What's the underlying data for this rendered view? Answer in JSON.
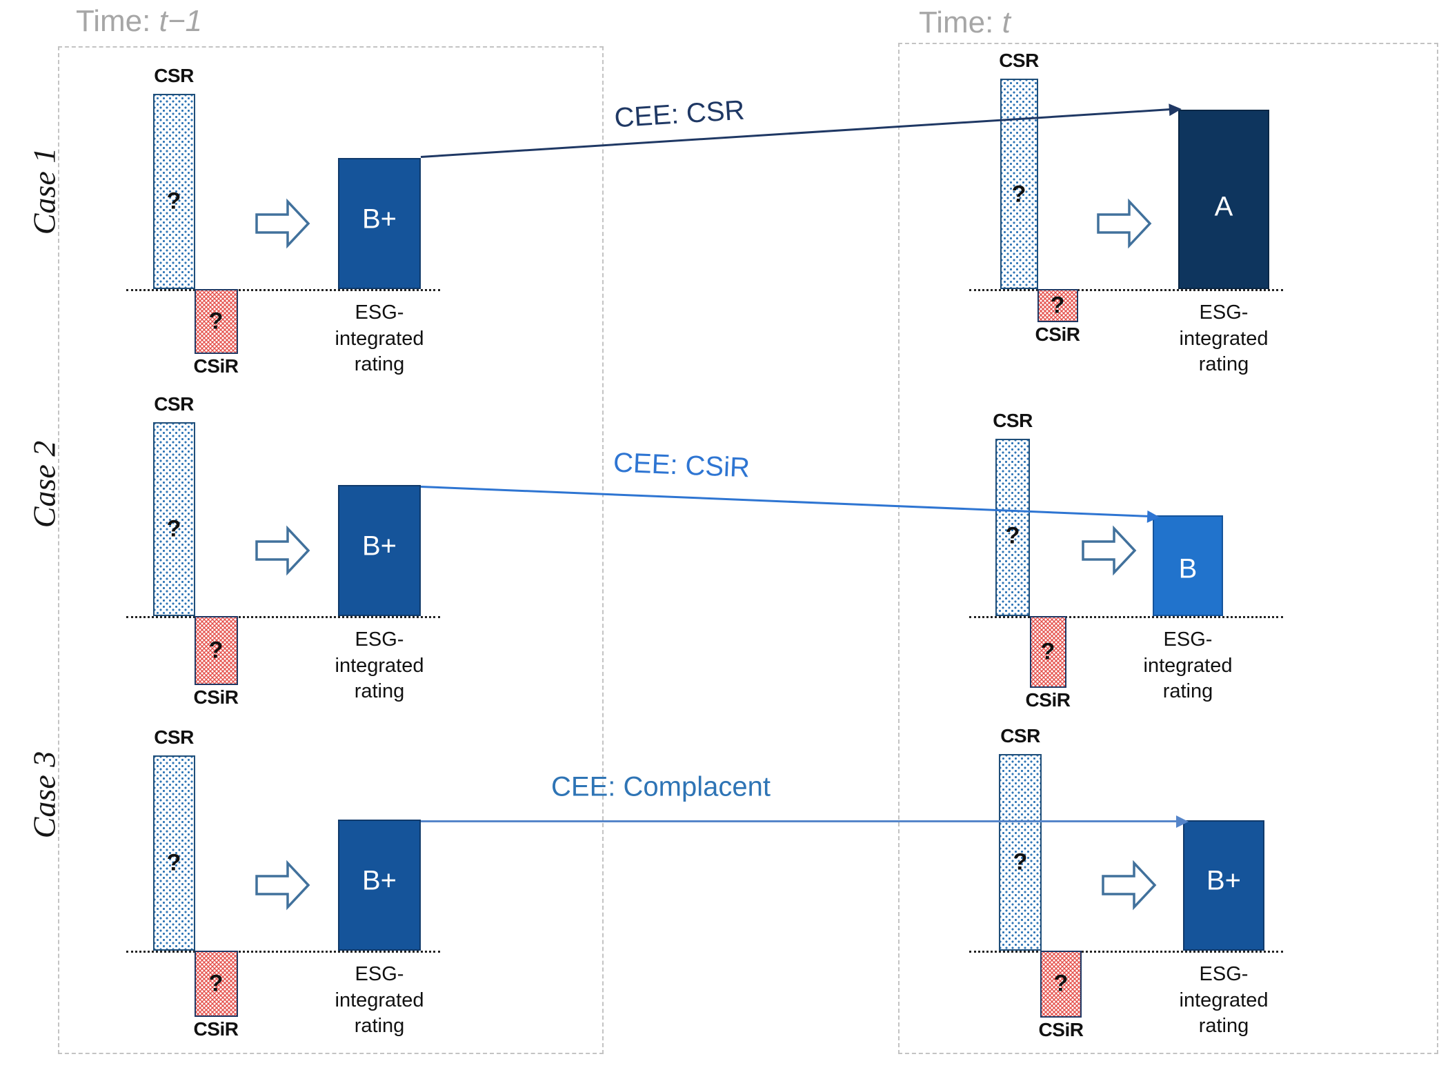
{
  "titles": {
    "left_prefix": "Time: ",
    "left_time": "t−1",
    "right_prefix": "Time: ",
    "right_time": "t"
  },
  "colors": {
    "rating_b_plus": "#15549A",
    "rating_a": "#0E355E",
    "rating_b": "#2173CC",
    "csr_dot_blue": "#2E74B5",
    "csir_red": "#E4504B",
    "cee_csr_line": "#1F3864",
    "cee_csir_line": "#2E75D2",
    "cee_complacent_line": "#5585C9",
    "cee_complacent_label": "#2E74B5",
    "panel_title_gray": "#A6A6A6",
    "block_arrow_outline": "#41719C"
  },
  "cases": [
    {
      "label": "Case 1",
      "cee_label": "CEE: CSR",
      "left": {
        "csr_label": "CSR",
        "csr_value": "?",
        "csir_label": "CSiR",
        "csir_value": "?",
        "rating": "B+",
        "axis_label": "ESG-\nintegrated\nrating"
      },
      "right": {
        "csr_label": "CSR",
        "csr_value": "?",
        "csir_label": "CSiR",
        "csir_value": "?",
        "rating": "A",
        "axis_label": "ESG-\nintegrated\nrating"
      }
    },
    {
      "label": "Case 2",
      "cee_label": "CEE: CSiR",
      "left": {
        "csr_label": "CSR",
        "csr_value": "?",
        "csir_label": "CSiR",
        "csir_value": "?",
        "rating": "B+",
        "axis_label": "ESG-\nintegrated\nrating"
      },
      "right": {
        "csr_label": "CSR",
        "csr_value": "?",
        "csir_label": "CSiR",
        "csir_value": "?",
        "rating": "B",
        "axis_label": "ESG-\nintegrated\nrating"
      }
    },
    {
      "label": "Case 3",
      "cee_label": "CEE: Complacent",
      "left": {
        "csr_label": "CSR",
        "csr_value": "?",
        "csir_label": "CSiR",
        "csir_value": "?",
        "rating": "B+",
        "axis_label": "ESG-\nintegrated\nrating"
      },
      "right": {
        "csr_label": "CSR",
        "csr_value": "?",
        "csir_label": "CSiR",
        "csir_value": "?",
        "rating": "B+",
        "axis_label": "ESG-\nintegrated\nrating"
      }
    }
  ]
}
